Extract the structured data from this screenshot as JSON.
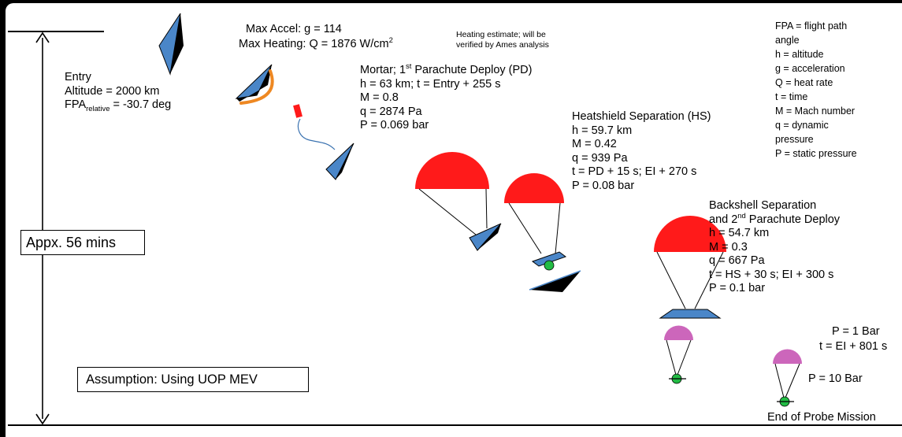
{
  "entry": {
    "title": "Entry",
    "altitude": "Altitude = 2000 km",
    "fpa_prefix": "FPA",
    "fpa_sub": "relative",
    "fpa_value": " = -30.7 deg"
  },
  "peak": {
    "accel": "Max Accel: g = 114",
    "heating_prefix": "Max Heating: Q = 1876 W/cm",
    "heating_sup": "2",
    "note_line1": "Heating estimate; will be",
    "note_line2": "verified by Ames analysis"
  },
  "mortar": {
    "title_prefix": "Mortar; 1",
    "title_sup": "st",
    "title_suffix": " Parachute Deploy (PD)",
    "line1": "h = 63 km; t = Entry + 255 s",
    "line2": "M = 0.8",
    "line3": "q = 2874 Pa",
    "line4": "P = 0.069 bar"
  },
  "heatshield": {
    "title": "Heatshield Separation (HS)",
    "line1": "h = 59.7 km",
    "line2": "M = 0.42",
    "line3": "q = 939 Pa",
    "line4": "t = PD + 15 s; EI + 270 s",
    "line5": "P = 0.08 bar"
  },
  "backshell": {
    "title1": "Backshell Separation",
    "title2_prefix": "and 2",
    "title2_sup": "nd",
    "title2_suffix": " Parachute Deploy",
    "line1": "h = 54.7 km",
    "line2": "M = 0.3",
    "line3": "q = 667 Pa",
    "line4": "t = HS + 30 s; EI + 300 s",
    "line5": "P = 0.1 bar"
  },
  "descent": {
    "p1": "P = 1 Bar",
    "t1": "t = EI + 801 s",
    "p10": "P = 10 Bar",
    "end": "End of Probe Mission"
  },
  "duration_label": "Appx. 56 mins",
  "assumption_label": "Assumption: Using UOP MEV",
  "legend": [
    "FPA = flight path",
    "angle",
    "h = altitude",
    "g = acceleration",
    "Q = heat rate",
    "t = time",
    "M = Mach number",
    "q = dynamic",
    "pressure",
    "P = static pressure"
  ],
  "colors": {
    "capsule_blue": "#4a86c8",
    "parachute_red": "#ff1a1a",
    "parachute_pink": "#cc66bb",
    "probe_green": "#22bb44",
    "plasma_orange": "#ee8822"
  }
}
